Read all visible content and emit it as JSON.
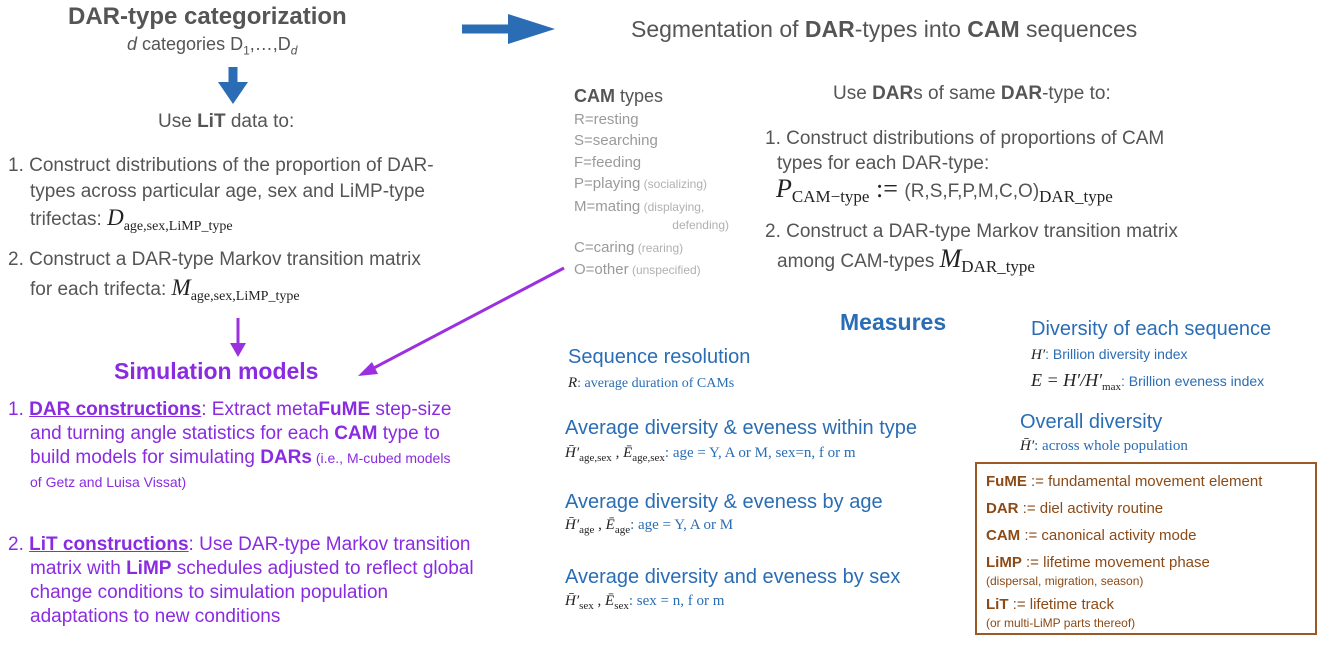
{
  "left": {
    "title": "DAR-type categorization",
    "subtitle_pre": "d",
    "subtitle_post": " categories D",
    "subtitle_sub1": "1",
    "subtitle_dots": ",…,D",
    "subtitle_subd": "d",
    "use_pre": "Use ",
    "use_bold": "LiT",
    "use_post": " data to:",
    "item1_num": "1.",
    "item1_line1": "Construct distributions of the proportion of DAR-",
    "item1_line2": "types across particular age, sex and LiMP-type",
    "item1_line3": "trifectas: ",
    "item1_var": "D",
    "item1_sub": "age,sex,LiMP_type",
    "item2_num": "2.",
    "item2_line1": "Construct a DAR-type Markov transition matrix",
    "item2_line2": "for each trifecta: ",
    "item2_var": "M",
    "item2_sub": "age,sex,LiMP_type"
  },
  "right": {
    "title_pre": "Segmentation of ",
    "title_b1": "DAR",
    "title_mid": "-types into ",
    "title_b2": "CAM",
    "title_post": " sequences",
    "use_pre": "Use ",
    "use_b1": "DAR",
    "use_mid1": "s of same ",
    "use_b2": "DAR",
    "use_post": "-type to:",
    "item1_num": "1.",
    "item1_line1": "Construct distributions of proportions of CAM",
    "item1_line2": "types for each DAR-type:",
    "item1_var": "P",
    "item1_sub": "CAM−type",
    "item1_assign": " := ",
    "item1_tuple": "(R,S,F,P,M,C,O)",
    "item1_sub2": "DAR_type",
    "item2_num": "2.",
    "item2_line1": "Construct a DAR-type Markov transition matrix",
    "item2_line2": "among CAM-types ",
    "item2_var": "M",
    "item2_sub": "DAR_type"
  },
  "cam": {
    "title_bold": "CAM",
    "title_post": " types",
    "r": "R=resting",
    "s": "S=searching",
    "f": "F=feeding",
    "p": "P=playing",
    "p_note": " (socializing)",
    "m": "M=mating",
    "m_note1": " (displaying,",
    "m_note2": "defending)",
    "c": "C=caring",
    "c_note": " (rearing)",
    "o": "O=other",
    "o_note": " (unspecified)"
  },
  "sim": {
    "title": "Simulation models",
    "i1_num": "1.",
    "i1_link": "DAR constructions",
    "i1_t1": ": Extract meta",
    "i1_b1": "FuME",
    "i1_t2": " step-size",
    "i1_line2a": "and turning angle statistics for each ",
    "i1_b2": "CAM",
    "i1_line2b": " type to",
    "i1_line3a": "build models for simulating ",
    "i1_b3": "DARs",
    "i1_small1": " (i.e., M-cubed models",
    "i1_small2": "of Getz and Luisa Vissat)",
    "i2_num": "2.",
    "i2_link": "LiT constructions",
    "i2_t1": ": Use DAR-type Markov transition",
    "i2_line2a": "matrix with ",
    "i2_b1": "LiMP",
    "i2_line2b": " schedules adjusted to reflect global",
    "i2_line3": "change conditions to simulation population",
    "i2_line4": "adaptations to new conditions"
  },
  "measures": {
    "title": "Measures",
    "res_title": "Sequence resolution",
    "res_var": "R",
    "res_text": ": average duration of CAMs",
    "within_title": "Average diversity & eveness within type",
    "within_h": "H̄′",
    "within_hsub": "age,sex",
    "within_comma": " , ",
    "within_e": "Ē",
    "within_esub": "age,sex",
    "within_text": ":  age = Y, A or M,  sex=n, f or m",
    "age_title": "Average diversity & eveness by age",
    "age_h": "H̄′",
    "age_hsub": "age",
    "age_comma": " , ",
    "age_e": "Ē",
    "age_esub": "age",
    "age_text": ":  age = Y, A or M",
    "sex_title": "Average diversity and eveness by sex",
    "sex_h": "H̄′",
    "sex_hsub": "sex",
    "sex_comma": " , ",
    "sex_e": "Ē",
    "sex_esub": "sex",
    "sex_text": ": sex = n, f or m",
    "div_title": "Diversity of each sequence",
    "div_h": "H′",
    "div_htext": ": Brillion diversity index",
    "div_e": "E = H′/H′",
    "div_esub": "max",
    "div_etext": ": Brillion eveness index",
    "over_title": "Overall diversity",
    "over_h": "H̄′",
    "over_text": ":  across whole population"
  },
  "defs": {
    "fume_b": "FuME",
    "fume_t": " := fundamental movement element",
    "dar_b": "DAR",
    "dar_t": " := diel activity routine",
    "cam_b": "CAM",
    "cam_t": " := canonical activity mode",
    "limp_b": "LiMP",
    "limp_t": " := lifetime movement phase",
    "limp_note": "(dispersal, migration, season)",
    "lit_b": "LiT",
    "lit_t": " := lifetime track",
    "lit_note": "(or multi-LiMP parts thereof)"
  },
  "colors": {
    "blue_arrow": "#2a6db5",
    "purple_arrow": "#9b30e0",
    "box_border": "#9b5a25"
  }
}
